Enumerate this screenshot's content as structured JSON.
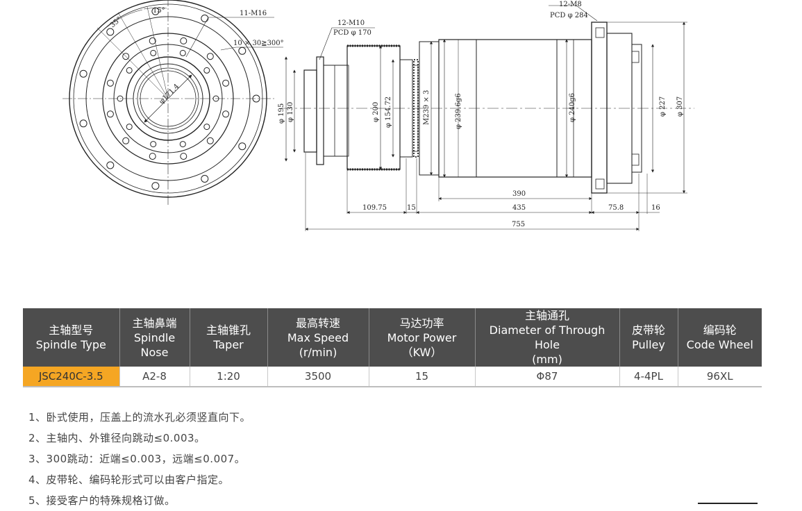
{
  "drawing": {
    "front_view": {
      "angle_35": "35°",
      "angle_15": "15°",
      "thread_11": "11-M16",
      "holes_10x30": "10 × 30≧300°",
      "dia_1714": "φ171.4"
    },
    "side_view": {
      "thread_12m10": "12-M10",
      "pcd_170": "PCD φ 170",
      "thread_12m8": "12-M8",
      "pcd_284": "PCD φ 284",
      "dia_195": "φ 195",
      "dia_130": "φ 130",
      "dia_200": "φ 200",
      "dia_15472": "φ 154.72",
      "m239": "M239 × 3",
      "dia_2396": "φ 239.6g6",
      "dia_240": "φ 240g6",
      "dia_227": "φ 227",
      "dia_307": "φ 307",
      "len_390": "390",
      "len_10975": "109.75",
      "len_15": "15",
      "len_435": "435",
      "len_758": "75.8",
      "len_16": "16",
      "len_755": "755"
    }
  },
  "table": {
    "headers": [
      {
        "zh": "主轴型号",
        "en": "Spindle Type"
      },
      {
        "zh": "主轴鼻端",
        "en": "Spindle",
        "en2": "Nose"
      },
      {
        "zh": "主轴锥孔",
        "en": "Taper"
      },
      {
        "zh": "最高转速",
        "en": "Max Speed",
        "en2": "(r/min)"
      },
      {
        "zh": "马达功率",
        "en": "Motor Power",
        "en2": "（KW）"
      },
      {
        "zh": "主轴通孔",
        "en": "Diameter of Through Hole",
        "en2": "(mm)"
      },
      {
        "zh": "皮带轮",
        "en": "Pulley"
      },
      {
        "zh": "编码轮",
        "en": "Code Wheel"
      }
    ],
    "row": {
      "model": "JSC240C-3.5",
      "nose": "A2-8",
      "taper": "1:20",
      "max_speed": "3500",
      "power": "15",
      "through_hole": "Φ87",
      "pulley": "4-4PL",
      "code_wheel": "96XL"
    },
    "highlight_color": "#f5a623",
    "header_color": "#4d4d4d"
  },
  "notes": [
    "1、卧式使用，压盖上的流水孔必须竖直向下。",
    "2、主轴内、外锥径向跳动≤0.003。",
    "3、300跳动：近端≤0.003，远端≤0.007。",
    "4、皮带轮、编码轮形式可以由客户指定。",
    "5、接受客户的特殊规格订做。"
  ]
}
